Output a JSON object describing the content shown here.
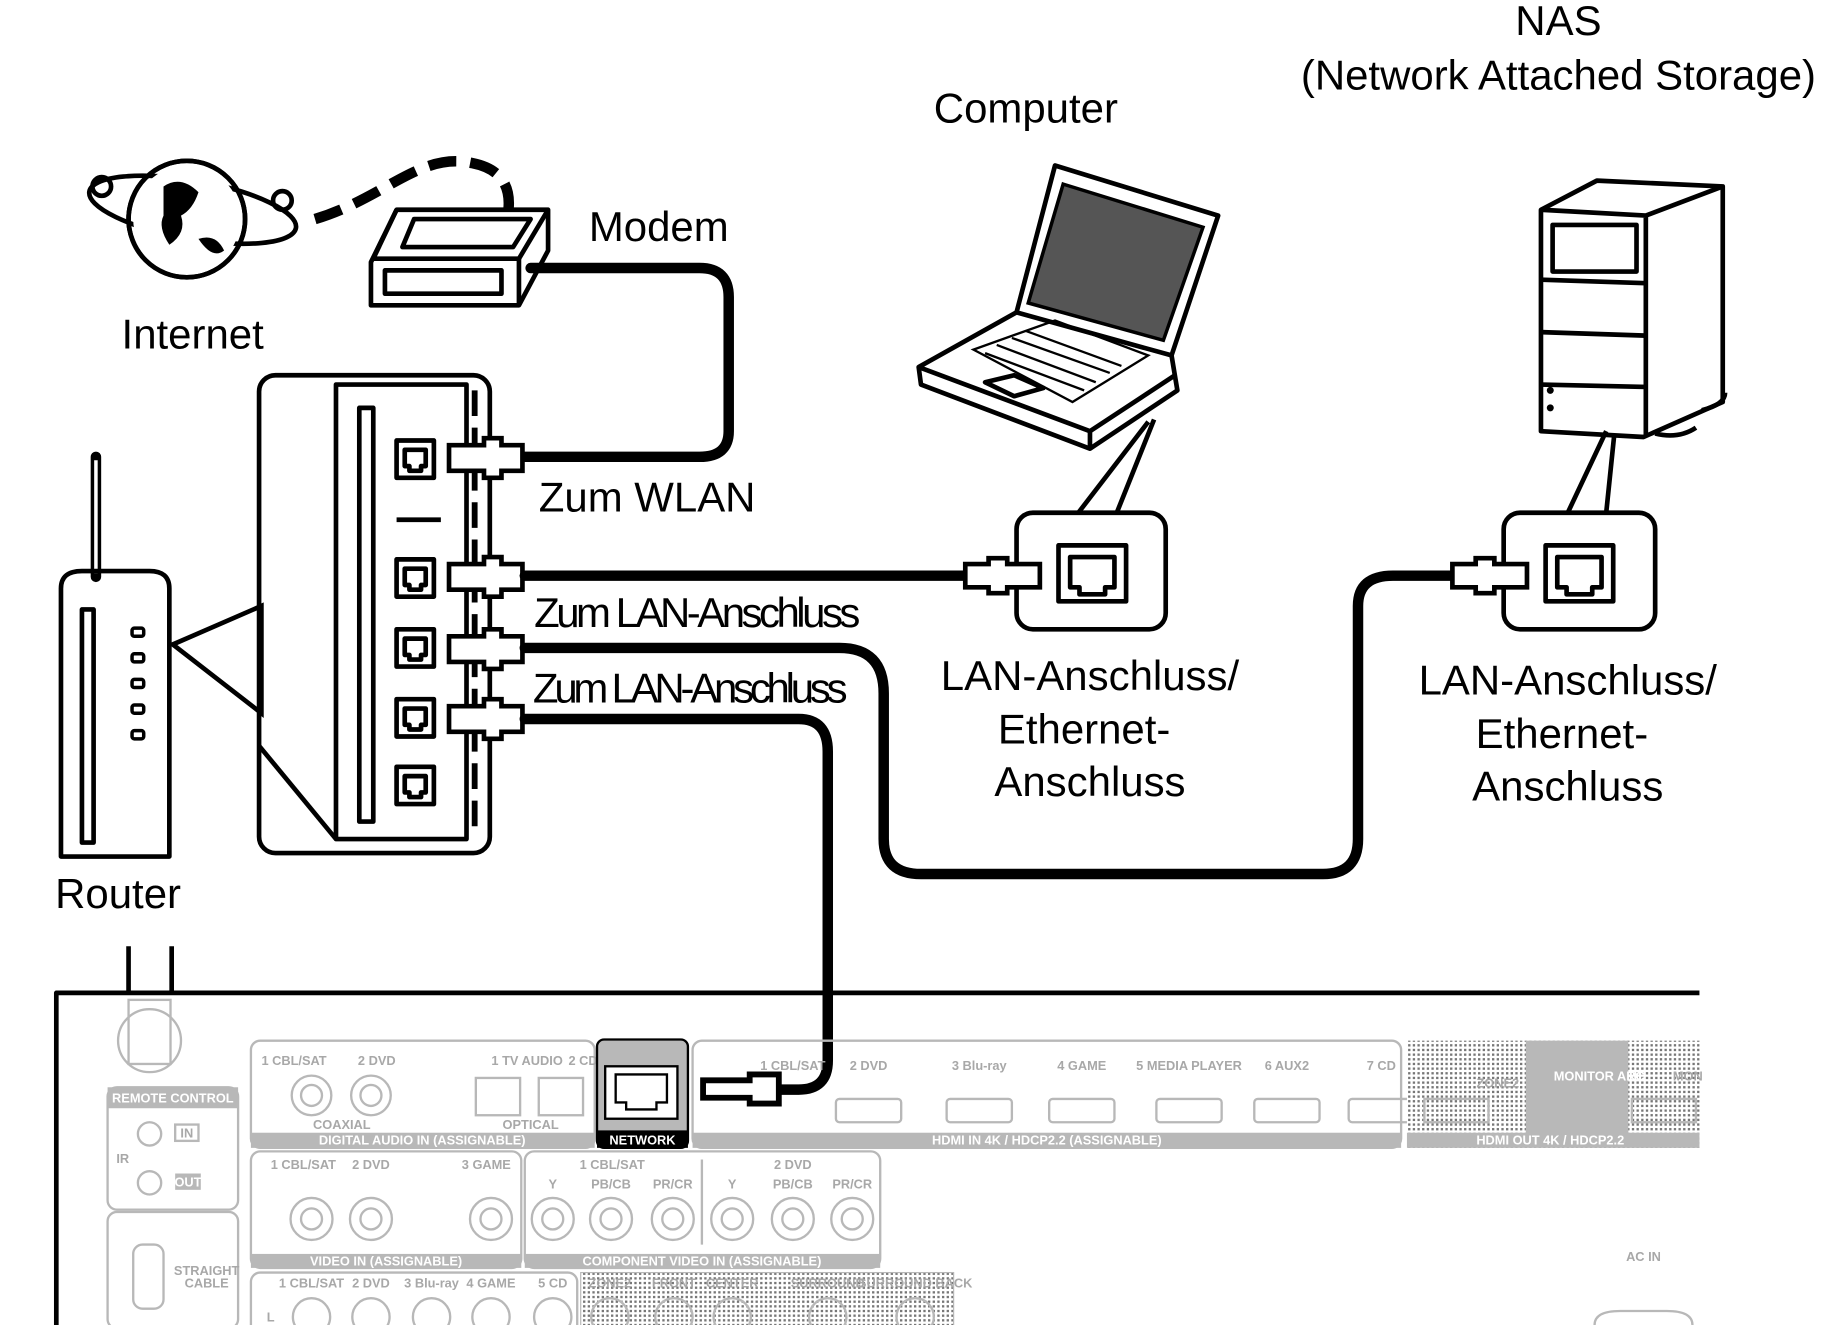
{
  "labels": {
    "nas_title": "NAS",
    "nas_subtitle": "(Network Attached Storage)",
    "computer": "Computer",
    "modem": "Modem",
    "internet": "Internet",
    "router": "Router",
    "zum_wlan": "Zum WLAN",
    "zum_lan_1": "Zum LAN-Anschluss",
    "zum_lan_2": "Zum LAN-Anschluss",
    "computer_port": [
      "LAN-Anschluss/",
      "Ethernet-",
      "Anschluss"
    ],
    "nas_port": [
      "LAN-Anschluss/",
      "Ethernet-",
      "Anschluss"
    ]
  },
  "receiver_panel": {
    "remote_control": "REMOTE CONTROL",
    "ir": "IR",
    "ir_in": "IN",
    "ir_out": "OUT",
    "straight_cable": [
      "STRAIGHT",
      "CABLE"
    ],
    "digital_audio": {
      "inputs": [
        "1 CBL/SAT",
        "2 DVD",
        "1 TV AUDIO",
        "2 CD"
      ],
      "coaxial": "COAXIAL",
      "optical": "OPTICAL",
      "title": "DIGITAL AUDIO IN (ASSIGNABLE)"
    },
    "network": "NETWORK",
    "hdmi_in": {
      "inputs": [
        "1 CBL/SAT",
        "2 DVD",
        "3 Blu-ray",
        "4 GAME",
        "5 MEDIA PLAYER",
        "6 AUX2",
        "7 CD"
      ],
      "title": "HDMI IN 4K / HDCP2.2 (ASSIGNABLE)"
    },
    "hdmi_out": {
      "outputs": [
        "ZONE2",
        "MONITOR ARC",
        "MON"
      ],
      "title": "HDMI OUT 4K / HDCP2.2"
    },
    "video_in": {
      "inputs": [
        "1 CBL/SAT",
        "2 DVD",
        "3 GAME"
      ],
      "title": "VIDEO IN (ASSIGNABLE)"
    },
    "component_video": {
      "groups": [
        "1 CBL/SAT",
        "2 DVD"
      ],
      "channels": [
        "Y",
        "PB/CB",
        "PR/CR"
      ],
      "title": "COMPONENT VIDEO IN (ASSIGNABLE)"
    },
    "audio_in": [
      "1 CBL/SAT",
      "2 DVD",
      "3 Blu-ray",
      "4 GAME",
      "5 CD"
    ],
    "audio_l": "L",
    "pre_out": [
      "ZONE2",
      "FRONT",
      "CENTER",
      "SURROUND",
      "SURROUND BACK"
    ],
    "ac_in": "AC IN"
  }
}
